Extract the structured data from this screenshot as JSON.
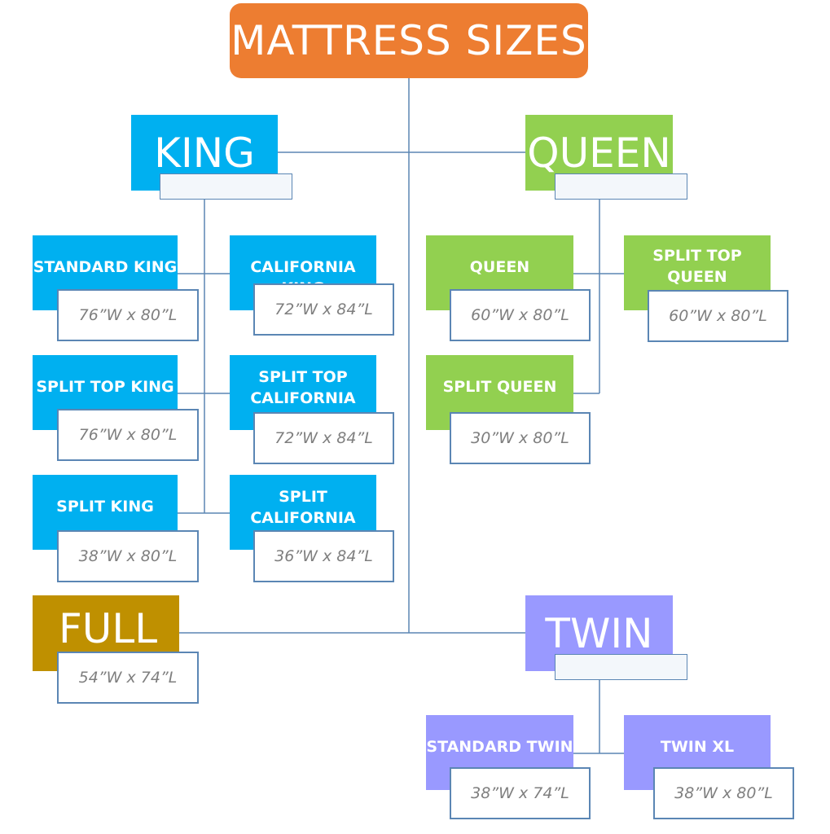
{
  "title": "MATTRESS SIZES",
  "colors": {
    "title": "#ed7d31",
    "king": "#00b0f0",
    "queen": "#92d050",
    "full": "#bf9000",
    "twin": "#9999ff",
    "connector": "#5b86b4"
  },
  "categories": {
    "king": "KING",
    "queen": "QUEEN",
    "full": "FULL",
    "twin": "TWIN"
  },
  "king_sizes": [
    {
      "label": "STANDARD KING",
      "dims": "76”W x 80”L"
    },
    {
      "label": "CALIFORNIA KING",
      "dims": "72”W x 84”L"
    },
    {
      "label": "SPLIT TOP KING",
      "dims": "76”W x 80”L"
    },
    {
      "label": "SPLIT TOP CALIFORNIA KING",
      "dims": "72”W x 84”L"
    },
    {
      "label": "SPLIT KING",
      "dims": "38”W x 80”L"
    },
    {
      "label": "SPLIT CALIFORNIA KING",
      "dims": "36”W x 84”L"
    }
  ],
  "queen_sizes": [
    {
      "label": "QUEEN",
      "dims": "60”W x 80”L"
    },
    {
      "label": "SPLIT TOP QUEEN",
      "dims": "60”W x 80”L"
    },
    {
      "label": "SPLIT QUEEN",
      "dims": "30”W x 80”L"
    }
  ],
  "full_dims": "54”W x 74”L",
  "twin_sizes": [
    {
      "label": "STANDARD TWIN",
      "dims": "38”W x 74”L"
    },
    {
      "label": "TWIN XL",
      "dims": "38”W x 80”L"
    }
  ]
}
